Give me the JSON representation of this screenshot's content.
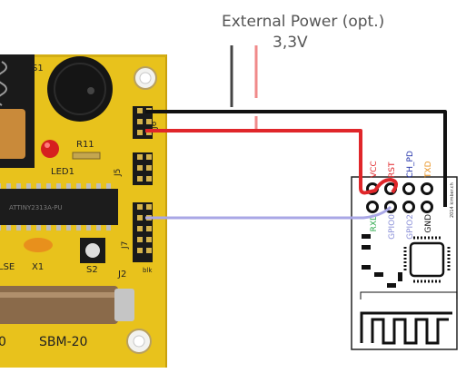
{
  "caption": {
    "title": "External Power (opt.)",
    "voltage": "3,3V"
  },
  "board": {
    "name": "SBM-20",
    "labels": {
      "s1": "S1",
      "r11": "R11",
      "led1": "LED1",
      "x1": "X1",
      "s2": "S2",
      "j2": "J2",
      "j5": "J5",
      "j6": "J6",
      "j7": "J7",
      "pulse": "LSE",
      "blk": "blk",
      "zero": "0"
    },
    "chip_text": "ATTINY2313A-PU",
    "color": "#e8c21c"
  },
  "module": {
    "top_pins": [
      "VCC",
      "RST",
      "CH_PD",
      "TXD"
    ],
    "bottom_pins": [
      "RXD",
      "GPIO0",
      "GPIO2",
      "GND"
    ],
    "side_text": "2014 kimber.ch",
    "pin_colors": {
      "VCC": "#e0262a",
      "RST": "#e0262a",
      "CH_PD": "#1e2ea8",
      "TXD": "#e8901c",
      "RXD": "#2aa84a",
      "GPIO0": "#8a8fd8",
      "GPIO2": "#8a8fd8",
      "GND": "#111111"
    }
  },
  "wires": {
    "gnd": "#111111",
    "vcc": "#e0262a",
    "signal": "#a9a7e6",
    "ext_minus": "#444444",
    "ext_plus": "#f08a8a"
  }
}
